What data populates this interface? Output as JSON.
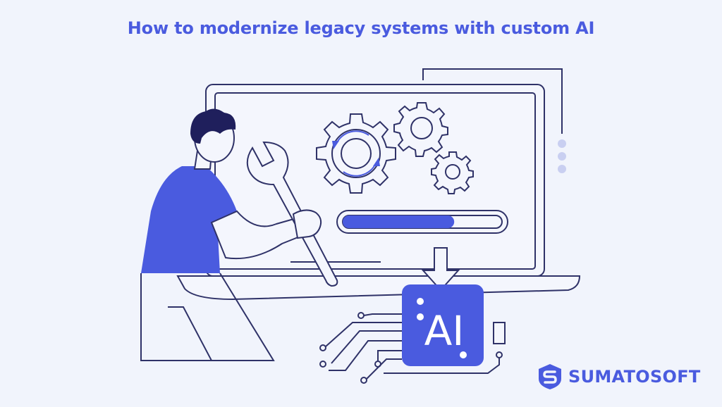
{
  "header": {
    "title": "How to modernize legacy systems with custom AI"
  },
  "illustration": {
    "chip_label": "AI",
    "progress_fraction": 0.7,
    "icons": [
      "gear-icon",
      "wrench-icon",
      "arrow-down-icon",
      "ai-chip-icon"
    ]
  },
  "brand": {
    "name": "SUMATOSOFT",
    "logo_icon": "s-shield-logo-icon"
  },
  "colors": {
    "background": "#F1F4FC",
    "accent": "#4A5BDF",
    "line": "#2F3268",
    "hair": "#1F1F5C"
  }
}
